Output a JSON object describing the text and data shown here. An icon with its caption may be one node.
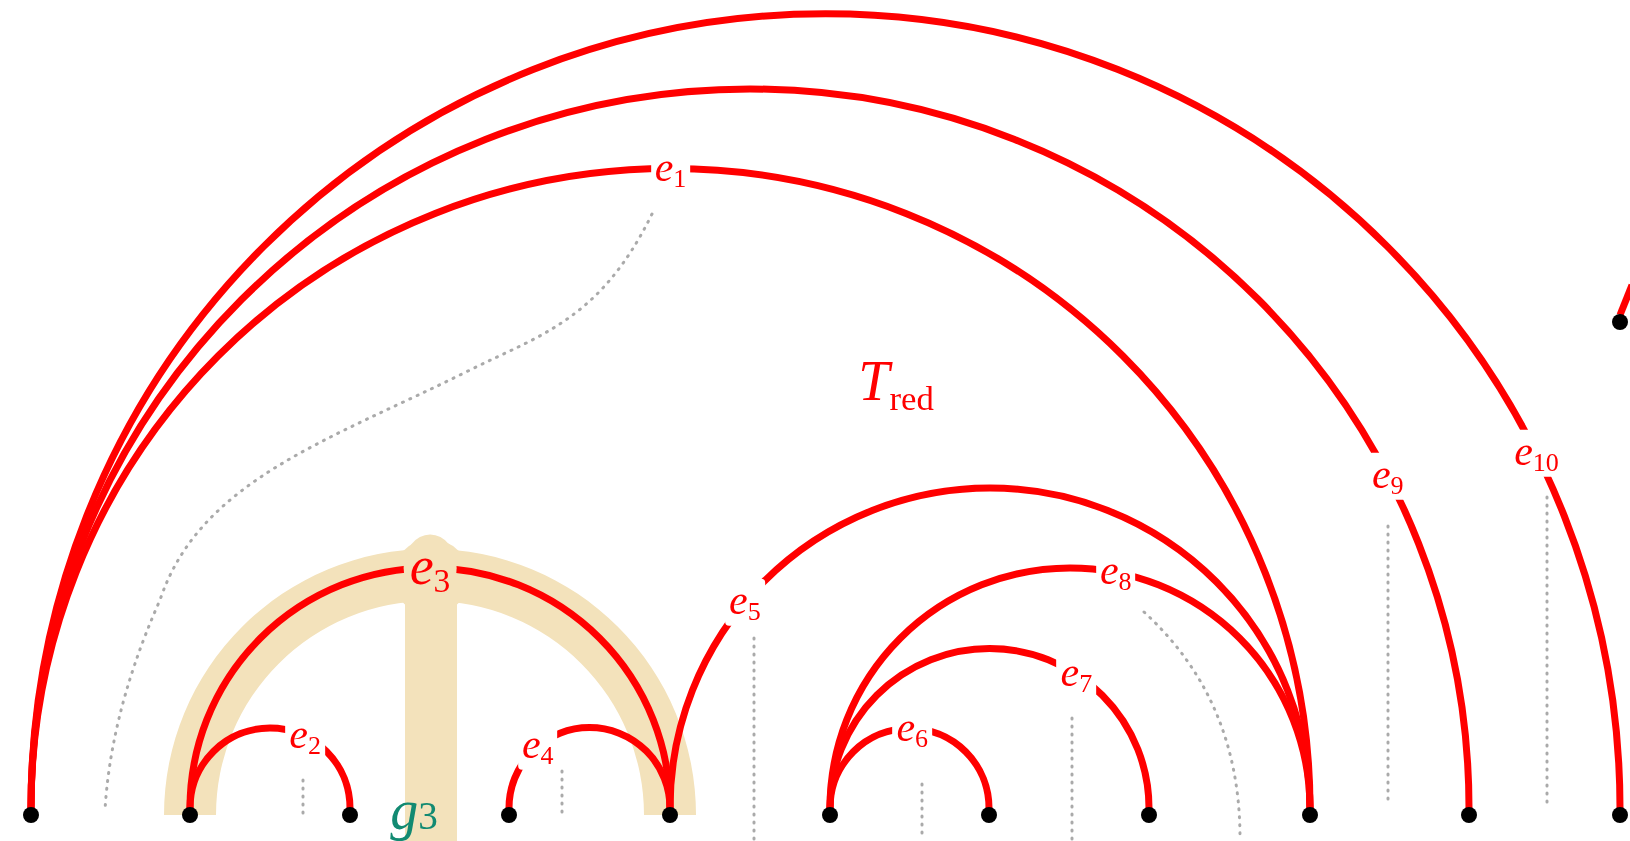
{
  "diagram": {
    "nodes": [
      {
        "text": [],
        "shape": "circle"
      },
      {
        "text": [],
        "shape": "circle"
      },
      {
        "text": [],
        "shape": "circle"
      },
      {
        "text": [],
        "shape": "circle"
      },
      {
        "text": [],
        "shape": "circle"
      },
      {
        "text": [],
        "shape": "circle"
      },
      {
        "text": [],
        "shape": "circle"
      },
      {
        "text": [],
        "shape": "circle"
      },
      {
        "text": [],
        "shape": "circle"
      },
      {
        "text": [],
        "shape": "circle"
      },
      {
        "text": [],
        "shape": "circle"
      },
      {
        "text": [],
        "shape": "circle"
      }
    ],
    "edges": [
      {
        "from": 0,
        "to": 8,
        "arrow": "none",
        "label": "e$_{1}$"
      },
      {
        "from": 1,
        "to": 2,
        "arrow": "none",
        "label": "e$_{2}$"
      },
      {
        "from": 1,
        "to": 4,
        "arrow": "none",
        "label": "e$_{3}$"
      },
      {
        "from": 3,
        "to": 4,
        "arrow": "none",
        "label": "e$_{4}$"
      },
      {
        "from": 4,
        "to": 8,
        "arrow": "none",
        "label": "e$_{5}$"
      },
      {
        "from": 5,
        "to": 6,
        "arrow": "none",
        "label": "e$_{6}$"
      },
      {
        "from": 5,
        "to": 7,
        "arrow": "none",
        "label": "e$_{7}$"
      },
      {
        "from": 5,
        "to": 8,
        "arrow": "none",
        "label": "e$_{8}$"
      },
      {
        "from": 0,
        "to": 9,
        "arrow": "none",
        "label": "e$_{9}$"
      },
      {
        "from": 0,
        "to": 10,
        "arrow": "none",
        "label": "e$_{10}$"
      },
      {
        "from": 11,
        "to": null,
        "arrow": "none"
      }
    ],
    "labels": [
      "T$_{red}$",
      "g$_{3}$"
    ]
  }
}
